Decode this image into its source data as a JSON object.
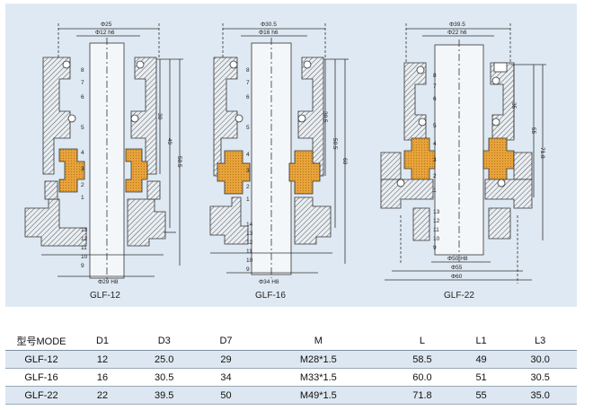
{
  "drawings": [
    {
      "caption": "GLF-12",
      "dims": {
        "outer_top": "Φ25",
        "inner_top": "Φ12 h6",
        "bottom": "Φ29 H8",
        "L3": "30",
        "L1": "49",
        "L": "58.5"
      },
      "part_numbers": [
        "8",
        "7",
        "6",
        "5",
        "4",
        "3",
        "2",
        "1",
        "13",
        "12",
        "11",
        "10",
        "9"
      ]
    },
    {
      "caption": "GLF-16",
      "dims": {
        "outer_top": "Φ30.5",
        "inner_top": "Φ16 h6",
        "bottom": "Φ34 H8",
        "L3": "30.5",
        "L1": "50.5",
        "L": "60"
      },
      "part_numbers": [
        "8",
        "7",
        "6",
        "5",
        "4",
        "3",
        "2",
        "1",
        "14",
        "13",
        "12",
        "11",
        "10",
        "9"
      ]
    },
    {
      "caption": "GLF-22",
      "dims": {
        "outer_top": "Φ39.5",
        "inner_top": "Φ22 h6",
        "bottom_1": "Φ50 H8",
        "bottom_2": "Φ55",
        "bottom_3": "Φ60",
        "L3": "35",
        "L1": "55",
        "L": "71.8"
      },
      "part_numbers": [
        "8",
        "7",
        "6",
        "5",
        "4",
        "3",
        "2",
        "1",
        "13",
        "12",
        "11",
        "10",
        "9"
      ]
    }
  ],
  "spec_table": {
    "headers": [
      "型号MODE",
      "D1",
      "D3",
      "D7",
      "M",
      "L",
      "L1",
      "L3"
    ],
    "rows": [
      [
        "GLF-12",
        "12",
        "25.0",
        "29",
        "M28*1.5",
        "58.5",
        "49",
        "30.0"
      ],
      [
        "GLF-16",
        "16",
        "30.5",
        "34",
        "M33*1.5",
        "60.0",
        "51",
        "30.5"
      ],
      [
        "GLF-22",
        "22",
        "39.5",
        "50",
        "M49*1.5",
        "71.8",
        "55",
        "35.0"
      ]
    ]
  },
  "colors": {
    "panel": "#dfe9f3",
    "seal": "#e8a43a",
    "line": "#333333",
    "hatch": "#555555",
    "shaft": "#f4f7fa"
  }
}
